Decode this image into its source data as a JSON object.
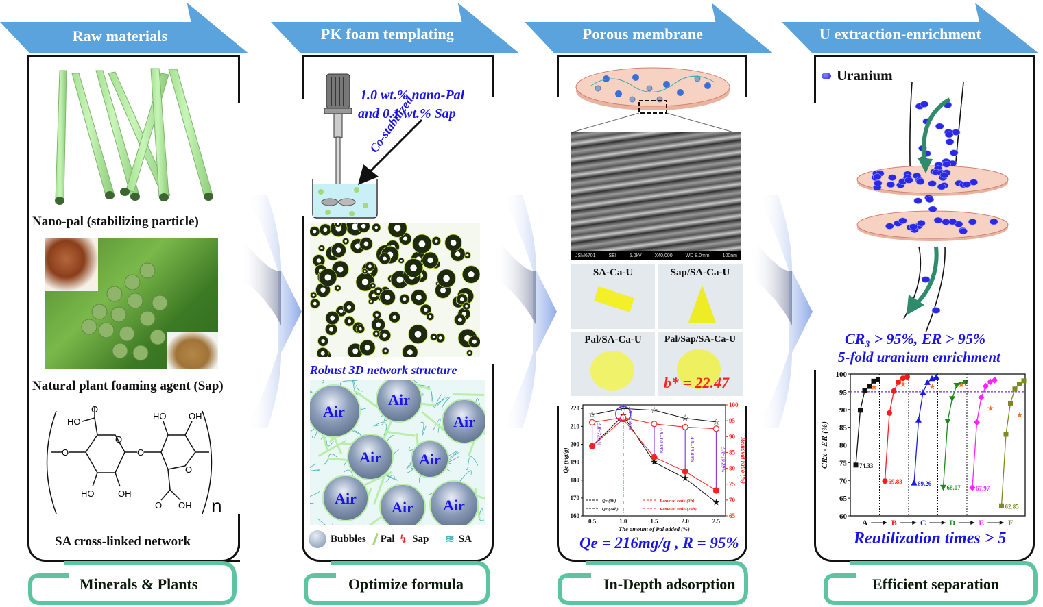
{
  "stages": [
    {
      "title": "Raw materials",
      "footer": "Minerals & Plants"
    },
    {
      "title": "PK foam templating",
      "footer": "Optimize formula"
    },
    {
      "title": "Porous membrane",
      "footer": "In-Depth adsorption"
    },
    {
      "title": "U extraction-enrichment",
      "footer": "Efficient separation"
    }
  ],
  "colors": {
    "header_blue": "#5ba3dc",
    "footer_teal": "#5cc4a0",
    "annotation_blue": "#1a14e6",
    "pal_green": "#b8eea6",
    "highlight_red": "#ff2020"
  },
  "raw_materials": {
    "pal_caption": "Nano-pal (stabilizing particle)",
    "sap_caption": "Natural plant foaming agent (Sap)",
    "sa_caption": "SA  cross-linked network",
    "sa_labels": {
      "ho1": "HO",
      "o1": "O",
      "o_left": "O",
      "ho2": "HO",
      "oh2": "OH",
      "o_link": "O",
      "ho3": "HO",
      "oh3": "OH",
      "o_ring2": "O",
      "o_carb": "O",
      "oh_carb": "OH",
      "n": "n"
    }
  },
  "foam": {
    "formula_line1": "1.0 wt.% nano-Pal",
    "formula_line2": "and  0.1 wt.%  Sap",
    "arrow_label": "Co-stabilized",
    "network_title": "Robust 3D network structure",
    "air_label": "Air",
    "legend": [
      "Bubbles",
      "Pal",
      "Sap",
      "SA"
    ]
  },
  "membrane": {
    "sem_info": [
      "JSM6701",
      "SEI",
      "5.0kV",
      "X40,000",
      "WD 8.0mm",
      "100nm"
    ],
    "samples": [
      "SA-Ca-U",
      "Sap/SA-Ca-U",
      "Pal/SA-Ca-U",
      "Pal/Sap/SA-Ca-U"
    ],
    "b_value": "b* = 22.47",
    "summary": "Qe = 216mg/g , R = 95%"
  },
  "uranium": {
    "legend_label": "Uranium",
    "stat_line1": "CR₃ > 95%,   ER > 95%",
    "stat_line2": "5-fold uranium enrichment",
    "summary": "Reutilization times > 5"
  },
  "chart_data": [
    {
      "type": "line",
      "title": "",
      "xlabel": "The amount of Pal added (%)",
      "ylabel": "Qe (mg/g)",
      "y2label": "Removal ratio (%)",
      "x": [
        0.5,
        1.0,
        1.5,
        2.0,
        2.5
      ],
      "xlim": [
        0.35,
        2.65
      ],
      "ylim": [
        160,
        222
      ],
      "y2lim": [
        65,
        100
      ],
      "yticks": [
        160,
        170,
        180,
        190,
        200,
        210,
        220
      ],
      "y2ticks": [
        65,
        70,
        75,
        80,
        85,
        90,
        95,
        100
      ],
      "xticks": [
        "0.5",
        "1.0",
        "1.5",
        "2.0",
        "2.5"
      ],
      "series": [
        {
          "name": "Qe (3h)",
          "axis": "left",
          "marker": "star-filled",
          "color": "#111111",
          "values": [
            199,
            216,
            190,
            181,
            167.5
          ]
        },
        {
          "name": "Qe (24h)",
          "axis": "left",
          "marker": "star-open",
          "color": "#111111",
          "values": [
            216.5,
            220,
            219,
            214.5,
            212.5
          ]
        },
        {
          "name": "Removal ratio (3h)",
          "axis": "right",
          "marker": "circle-filled",
          "color": "#ff2020",
          "values": [
            87,
            95.5,
            83.5,
            79,
            73
          ]
        },
        {
          "name": "Removal ratio (24h)",
          "axis": "right",
          "marker": "circle-open",
          "color": "#ff2020",
          "values": [
            94.5,
            96,
            94,
            93,
            92.5
          ]
        }
      ],
      "annotations": [
        "ΔR=7.53%",
        "ΔR=1.68%",
        "ΔR=10.58%",
        "ΔR=13.89%",
        "ΔR=19.29%"
      ],
      "legend": "bottom"
    },
    {
      "type": "line",
      "title": "",
      "xlabel": "",
      "ylabel": "CRx - ER (%)",
      "ylim": [
        60,
        100
      ],
      "yticks": [
        60,
        65,
        70,
        75,
        80,
        85,
        90,
        95,
        100
      ],
      "categories": [
        "A",
        "B",
        "C",
        "D",
        "E",
        "F"
      ],
      "threshold": 95,
      "series": [
        {
          "name": "A",
          "color": "#111111",
          "marker": "square",
          "values": [
            74.33,
            89.8,
            95.3,
            96.5,
            98.0,
            98.4
          ],
          "er": 96.3,
          "label": "74.33"
        },
        {
          "name": "B",
          "color": "#ff1a1a",
          "marker": "circle",
          "values": [
            69.83,
            89.0,
            95.2,
            97.7,
            98.8,
            99.2
          ],
          "er": 97.1,
          "label": "69.83"
        },
        {
          "name": "C",
          "color": "#1a1ae6",
          "marker": "triangle-up",
          "values": [
            69.26,
            87.0,
            94.8,
            97.6,
            98.7,
            99.1
          ],
          "er": 96.4,
          "label": "69.26"
        },
        {
          "name": "D",
          "color": "#1e8a1e",
          "marker": "triangle-down",
          "values": [
            68.07,
            86.7,
            93.1,
            96.8,
            97.2,
            97.6
          ],
          "er": 97.0,
          "label": "68.07"
        },
        {
          "name": "E",
          "color": "#ff22ff",
          "marker": "diamond",
          "values": [
            67.97,
            86.4,
            93.4,
            96.6,
            97.8,
            98.3
          ],
          "er": 90.3,
          "label": "67.97"
        },
        {
          "name": "F",
          "color": "#7f8a1e",
          "marker": "square",
          "values": [
            62.85,
            83.0,
            91.8,
            95.8,
            97.2,
            98.1
          ],
          "er": 88.5,
          "label": "62.85"
        }
      ],
      "legend": "none"
    }
  ]
}
